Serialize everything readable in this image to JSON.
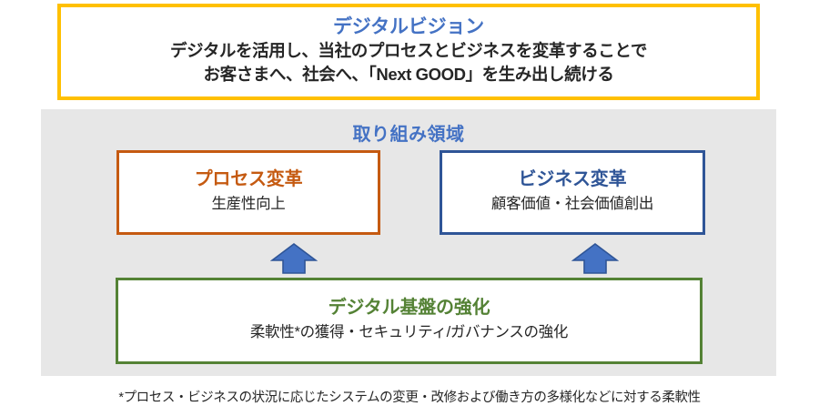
{
  "vision": {
    "title": "デジタルビジョン",
    "lines": [
      "デジタルを活用し、当社のプロセスとビジネスを変革することで",
      "お客さまへ、社会へ、「Next GOOD」を生み出し続ける"
    ],
    "border_color": "#FFC000",
    "title_color": "#4472C4"
  },
  "focus_area": {
    "heading": "取り組み領域",
    "heading_color": "#4472C4",
    "panel_color": "#E7E7E7",
    "pillars": [
      {
        "id": "process",
        "title": "プロセス変革",
        "subtitle": "生産性向上",
        "color": "#C55A11"
      },
      {
        "id": "business",
        "title": "ビジネス変革",
        "subtitle": "顧客価値・社会価値創出",
        "color": "#2F5597"
      },
      {
        "id": "foundation",
        "title": "デジタル基盤の強化",
        "subtitle": "柔軟性*の獲得・セキュリティ/ガバナンスの強化",
        "color": "#548235"
      }
    ],
    "arrows": {
      "icon": "arrow-up-icon",
      "fill_color": "#4472C4",
      "stroke_color": "#2F5597",
      "count": 2
    }
  },
  "footnote": {
    "text": "*プロセス・ビジネスの状況に応じたシステムの変更・改修および働き方の多様化などに対する柔軟性"
  }
}
